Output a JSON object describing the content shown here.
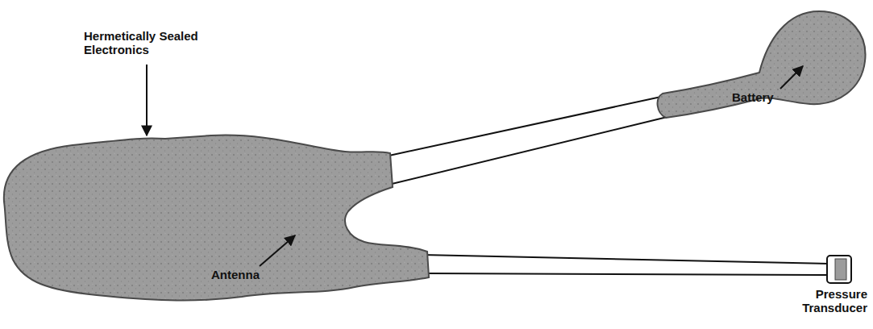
{
  "diagram": {
    "labels": [
      "Hermetically Sealed Electronics",
      "Battery",
      "Antenna",
      "Pressure Transducer"
    ]
  }
}
